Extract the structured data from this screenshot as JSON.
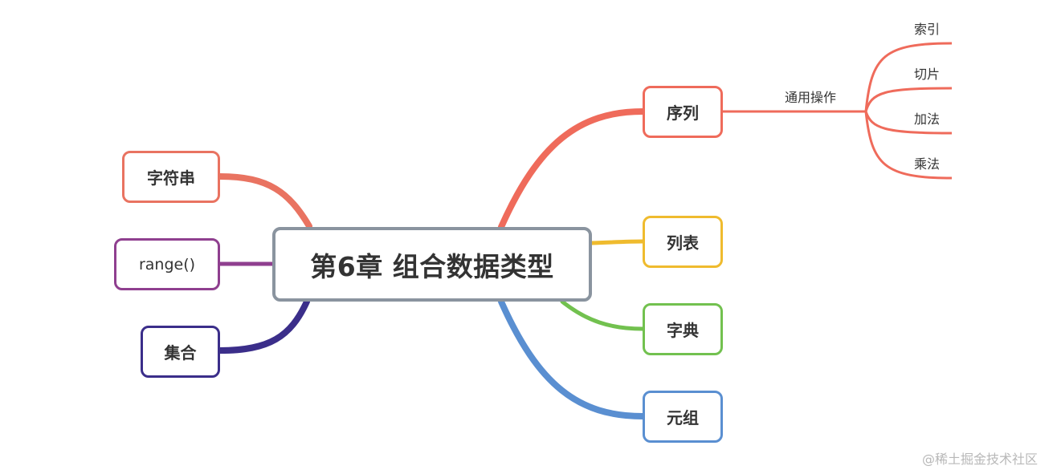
{
  "center": {
    "title": "第6章 组合数据类型"
  },
  "left_branches": [
    {
      "label": "字符串",
      "color": "#e97361"
    },
    {
      "label": "range()",
      "color": "#8f3f8f"
    },
    {
      "label": "集合",
      "color": "#3b2e8a"
    }
  ],
  "right_branches": [
    {
      "label": "序列",
      "color": "#ef6b5b",
      "sub_label": "通用操作",
      "leaves": [
        "索引",
        "切片",
        "加法",
        "乘法"
      ]
    },
    {
      "label": "列表",
      "color": "#efbb2e"
    },
    {
      "label": "字典",
      "color": "#72c14f"
    },
    {
      "label": "元组",
      "color": "#5a8fd1"
    }
  ],
  "watermark": "@稀土掘金技术社区"
}
